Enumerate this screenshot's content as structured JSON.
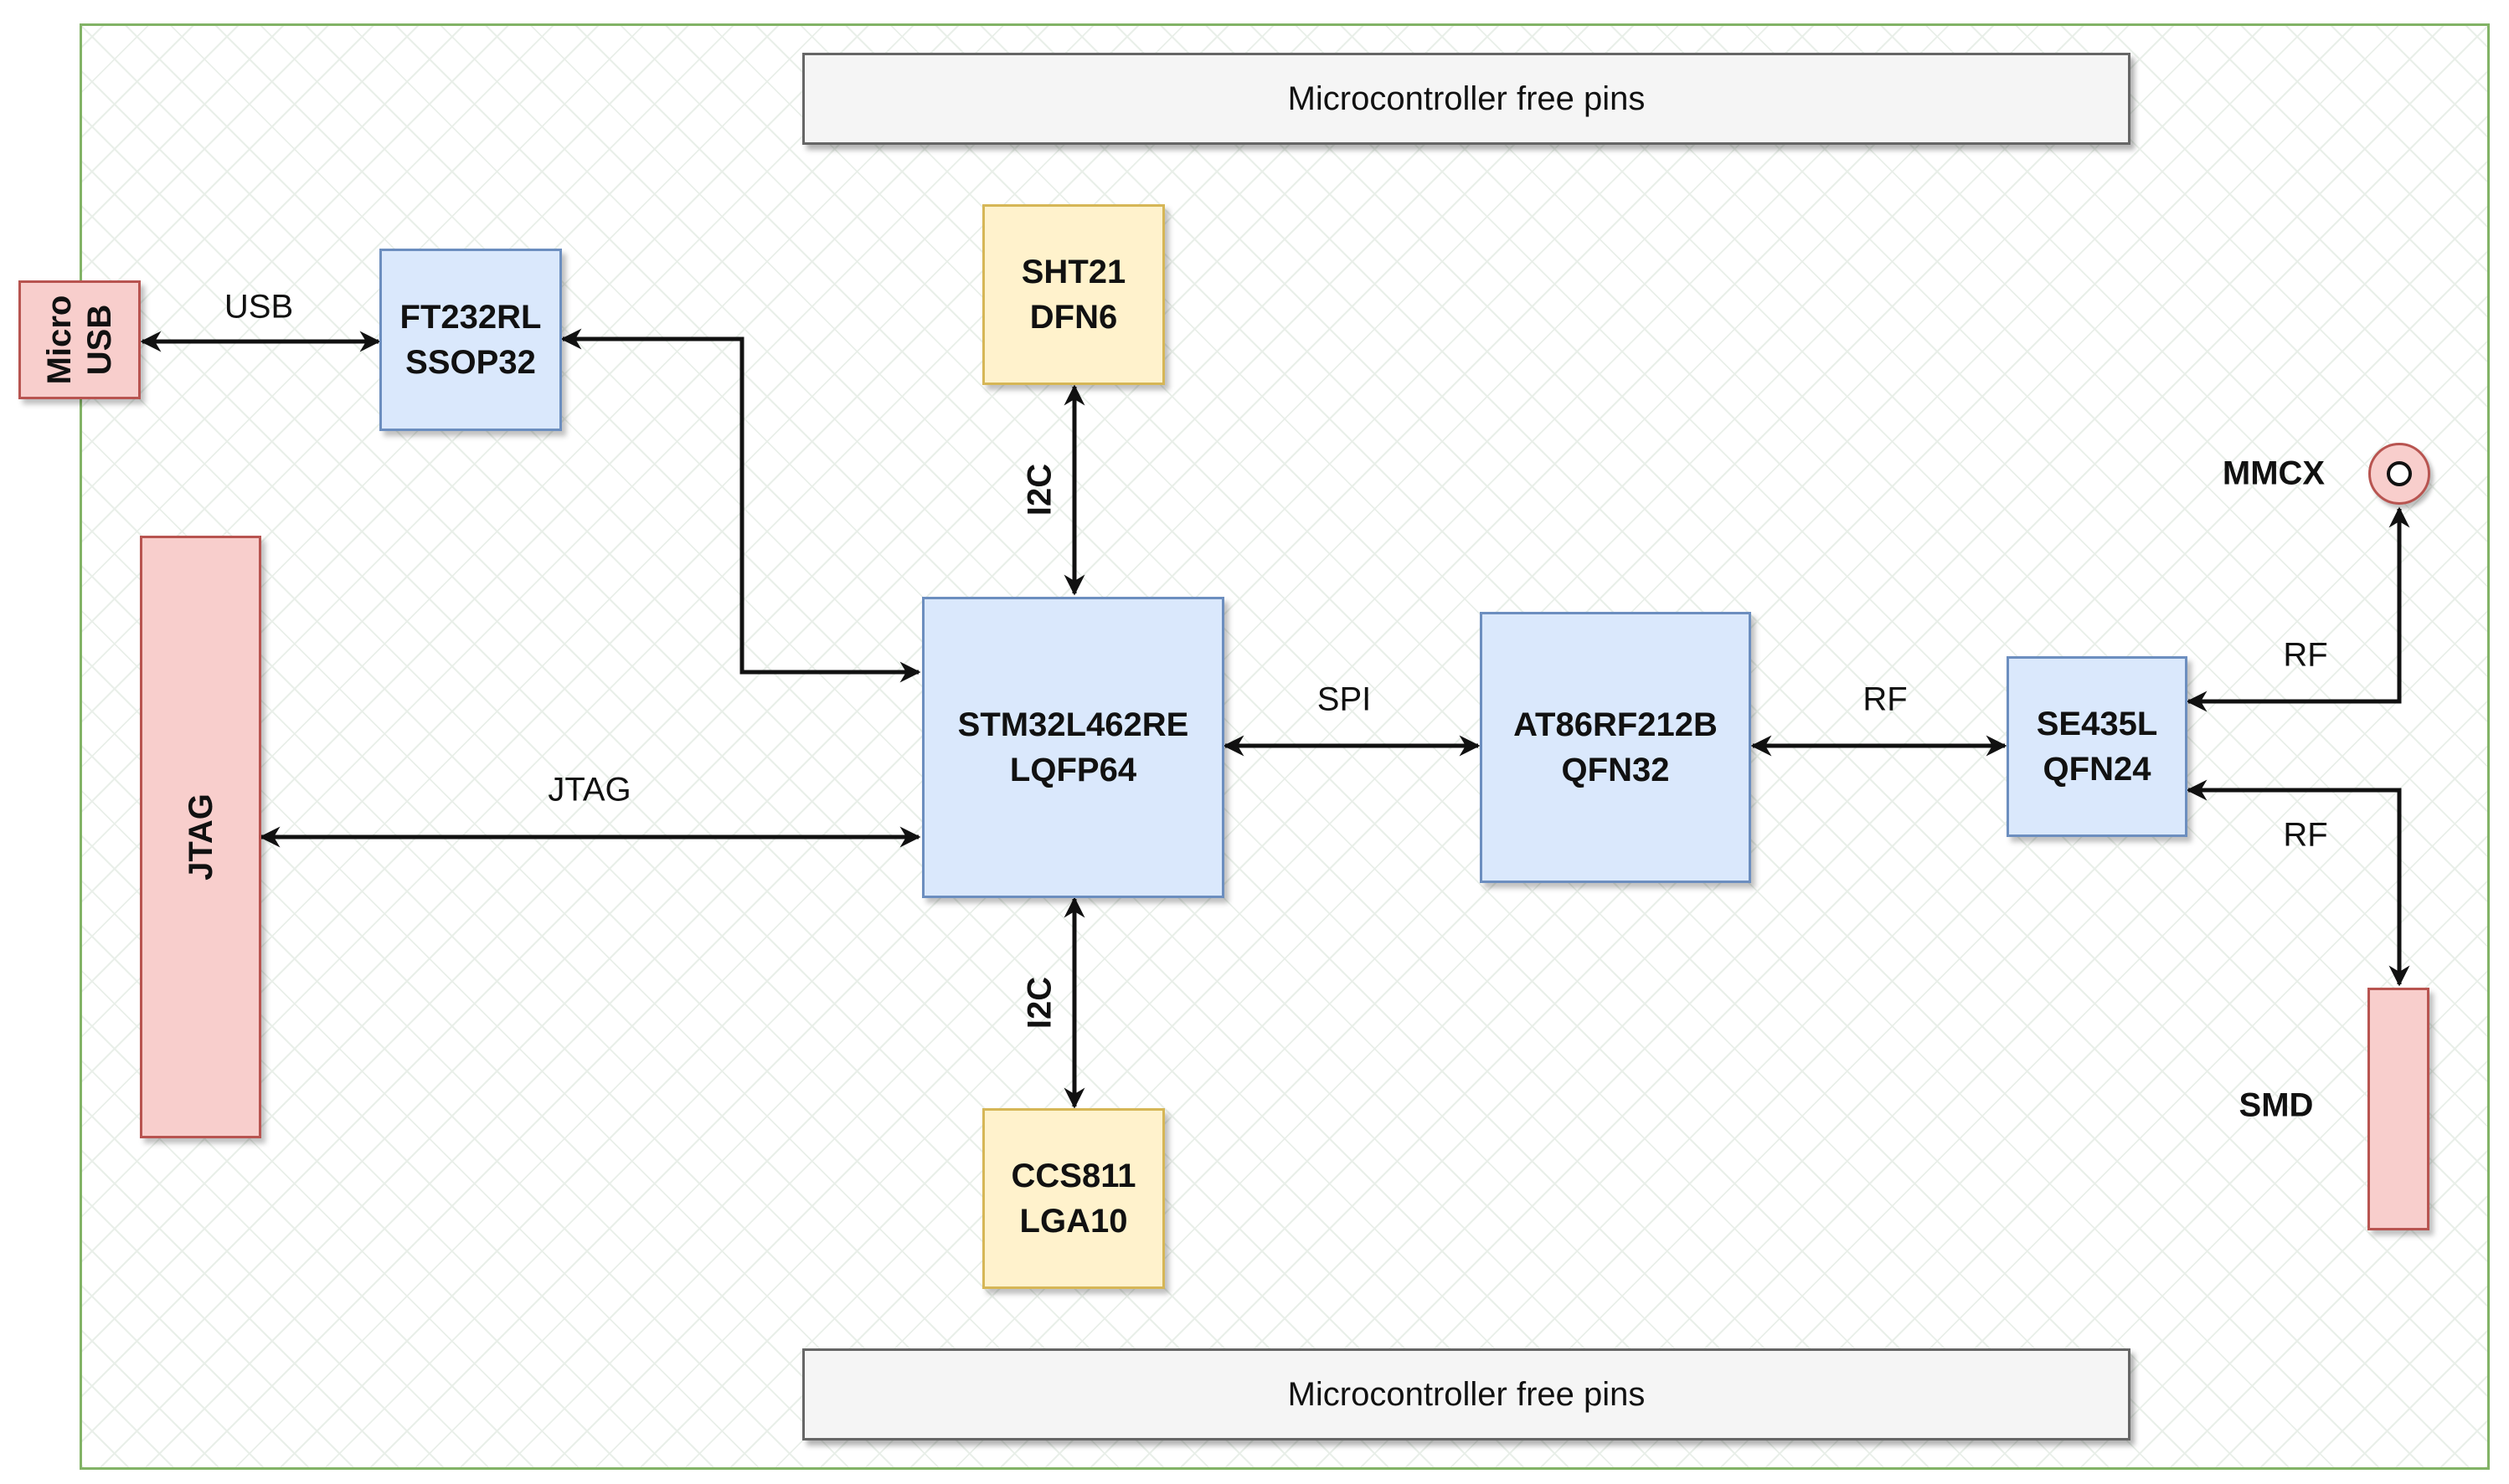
{
  "blocks": {
    "free_pins_top": "Microcontroller free pins",
    "free_pins_bottom": "Microcontroller free pins",
    "micro_usb": [
      "Micro",
      "USB"
    ],
    "ft232": [
      "FT232RL",
      "SSOP32"
    ],
    "sht21": [
      "SHT21",
      "DFN6"
    ],
    "jtag": "JTAG",
    "stm32": [
      "STM32L462RE",
      "LQFP64"
    ],
    "at86": [
      "AT86RF212B",
      "QFN32"
    ],
    "se435": [
      "SE435L",
      "QFN24"
    ],
    "ccs811": [
      "CCS811",
      "LGA10"
    ],
    "mmcx": "MMCX",
    "smd": "SMD"
  },
  "links": {
    "usb": "USB",
    "i2c_top": "I2C",
    "i2c_bottom": "I2C",
    "jtag": "JTAG",
    "spi": "SPI",
    "rf_mid": "RF",
    "rf_mmcx": "RF",
    "rf_smd": "RF"
  },
  "colors": {
    "board_border": "#82b366",
    "ic_fill": "#dae8fc",
    "ic_border": "#6c8ebf",
    "sensor_fill": "#fff2cc",
    "sensor_border": "#d6b656",
    "connector_fill": "#f8cecc",
    "connector_border": "#b85450",
    "header_fill": "#f5f5f5",
    "wire": "#111111"
  }
}
